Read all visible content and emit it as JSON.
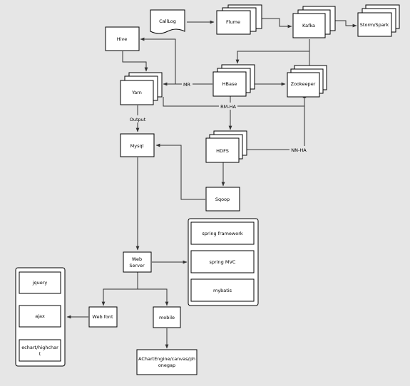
{
  "nodes": {
    "calllog": "CallLog",
    "flume": "Flume",
    "kafka": "Kafka",
    "storm_spark": "Storm/Spark",
    "hive": "Hive",
    "yarn": "Yarn",
    "hbase": "HBase",
    "zookeeper": "Zookeeper",
    "mysql": "Mysql",
    "hdfs": "HDFS",
    "sqoop": "Sqoop",
    "web_server": [
      "Web",
      "Server"
    ],
    "spring_framework": "spring framework",
    "spring_mvc": "spring MVC",
    "mybatis": "mybatis",
    "jquery": "jquery",
    "ajax": "ajax",
    "echart": [
      "echart/highchar",
      "t"
    ],
    "web_font": "Web font",
    "mobile": "mobile",
    "achart": [
      "AChartEngine/canvas/ph",
      "onegap"
    ]
  },
  "edges": {
    "mr": "MR",
    "rm_ha": "RM-HA",
    "output": "Output",
    "nn_ha": "NN-HA"
  },
  "colors": {
    "background": "#e6e6e6",
    "box_fill": "#ffffff",
    "stroke": "#333333"
  }
}
